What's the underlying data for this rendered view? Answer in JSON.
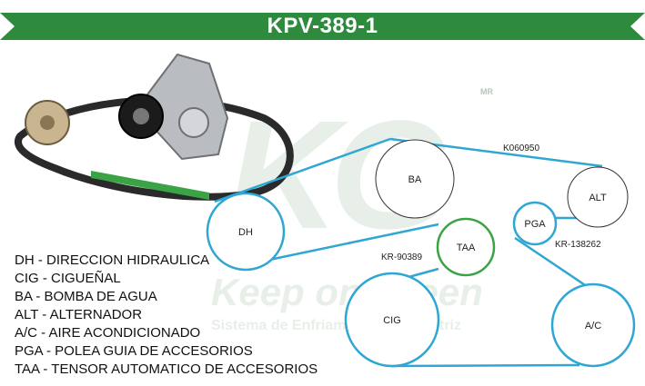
{
  "header": {
    "title": "KPV-389-1",
    "color": "#2e8b3e"
  },
  "watermark": {
    "logo": "KG",
    "brand": "Keep on Green",
    "tagline": "Sistema de Enfriamiento Automotriz",
    "mark": "MR"
  },
  "colors": {
    "belt": "#2fa6d3",
    "tensor": "#3aa345",
    "pulley_stroke": "#333333"
  },
  "pulleys": [
    {
      "id": "BA",
      "label": "BA"
    },
    {
      "id": "ALT",
      "label": "ALT"
    },
    {
      "id": "DH",
      "label": "DH"
    },
    {
      "id": "PGA",
      "label": "PGA"
    },
    {
      "id": "TAA",
      "label": "TAA"
    },
    {
      "id": "CIG",
      "label": "CIG"
    },
    {
      "id": "AC",
      "label": "A/C"
    }
  ],
  "part_labels": {
    "belt": "K060950",
    "tensor": "KR-90389",
    "idler": "KR-138262"
  },
  "legend": [
    "DH - DIRECCION HIDRAULICA",
    "CIG - CIGUEÑAL",
    "BA - BOMBA DE AGUA",
    "ALT - ALTERNADOR",
    "A/C - AIRE ACONDICIONADO",
    "PGA - POLEA GUIA DE ACCESORIOS",
    "TAA - TENSOR AUTOMATICO DE ACCESORIOS"
  ]
}
